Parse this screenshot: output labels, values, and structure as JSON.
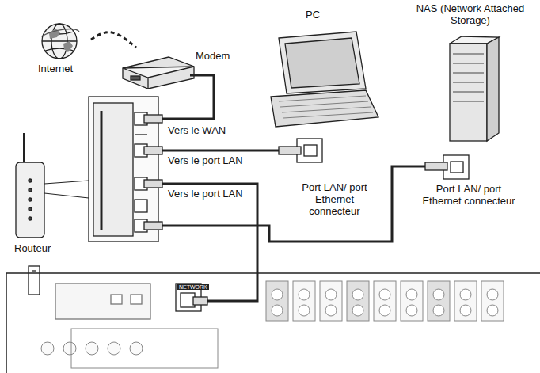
{
  "diagram": {
    "nodes": [
      {
        "text": [
          "Internet"
        ]
      },
      {
        "text": [
          "Modem"
        ]
      },
      {
        "text": [
          "Routeur"
        ]
      },
      {
        "text": [
          "PC",
          "Port LAN/ port Ethernet connecteur"
        ]
      },
      {
        "text": [
          "NAS (Network Attached Storage)",
          "Port LAN/ port Ethernet connecteur"
        ]
      },
      {
        "text": [
          "NETWORK"
        ]
      }
    ],
    "edges": [
      {
        "from": 0,
        "to": 1,
        "arrow": "none"
      },
      {
        "from": 1,
        "to": 2,
        "label": "Vers le WAN",
        "arrow": "none"
      },
      {
        "from": 2,
        "to": 3,
        "label": "Vers le port LAN",
        "arrow": "none"
      },
      {
        "from": 2,
        "to": 5,
        "label": "Vers le port LAN",
        "arrow": "none"
      },
      {
        "from": 2,
        "to": 4,
        "arrow": "none"
      }
    ]
  }
}
